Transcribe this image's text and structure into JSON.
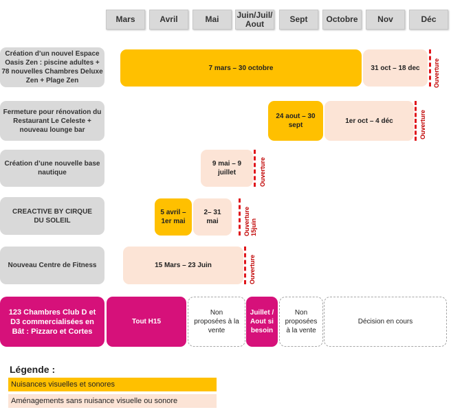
{
  "months": [
    "Mars",
    "Avril",
    "Mai",
    "Juin/Juil/ Aout",
    "Sept",
    "Octobre",
    "Nov",
    "Déc"
  ],
  "rows": [
    {
      "label": "Création d’un nouvel Espace Oasis Zen : piscine adultes + 78 nouvelles Chambres Deluxe Zen + Plage Zen",
      "bars": [
        "7 mars – 30 octobre",
        "31 oct – 18 dec"
      ],
      "marker": "Ouverture"
    },
    {
      "label": "Fermeture pour rénovation du Restaurant Le Celeste + nouveau lounge bar",
      "bars": [
        "24 aout – 30 sept",
        "1er oct – 4 déc"
      ],
      "marker": "Ouverture"
    },
    {
      "label": "Création d’une nouvelle base nautique",
      "bars": [
        "9 mai – 9 juillet"
      ],
      "marker": "Ouverture"
    },
    {
      "label": "CREACTIVE BY CIRQUE DU SOLEIL",
      "bars": [
        "5 avril – 1er mai",
        "2– 31 mai"
      ],
      "marker": "Ouverture 15juin"
    },
    {
      "label": "Nouveau Centre de Fitness",
      "bars": [
        "15 Mars – 23 Juin"
      ],
      "marker": "Ouverture"
    },
    {
      "label": "123 Chambres Club D et D3 commercialisées en Bât : Pizzaro et Cortes",
      "bars": [
        "Tout H15",
        "Non proposées à la vente",
        "Juillet / Aout si besoin",
        "Non proposées à la vente",
        "Décision en cours"
      ]
    }
  ],
  "legend": {
    "title": "Légende :",
    "items": [
      "Nuisances visuelles et sonores",
      "Aménagements sans nuisance visuelle ou sonore"
    ]
  },
  "colors": {
    "orange": "#ffc000",
    "peach": "#fce4d6",
    "magenta": "#d6117a",
    "grey": "#d9d9d9",
    "marker_red": "#e0161b"
  }
}
